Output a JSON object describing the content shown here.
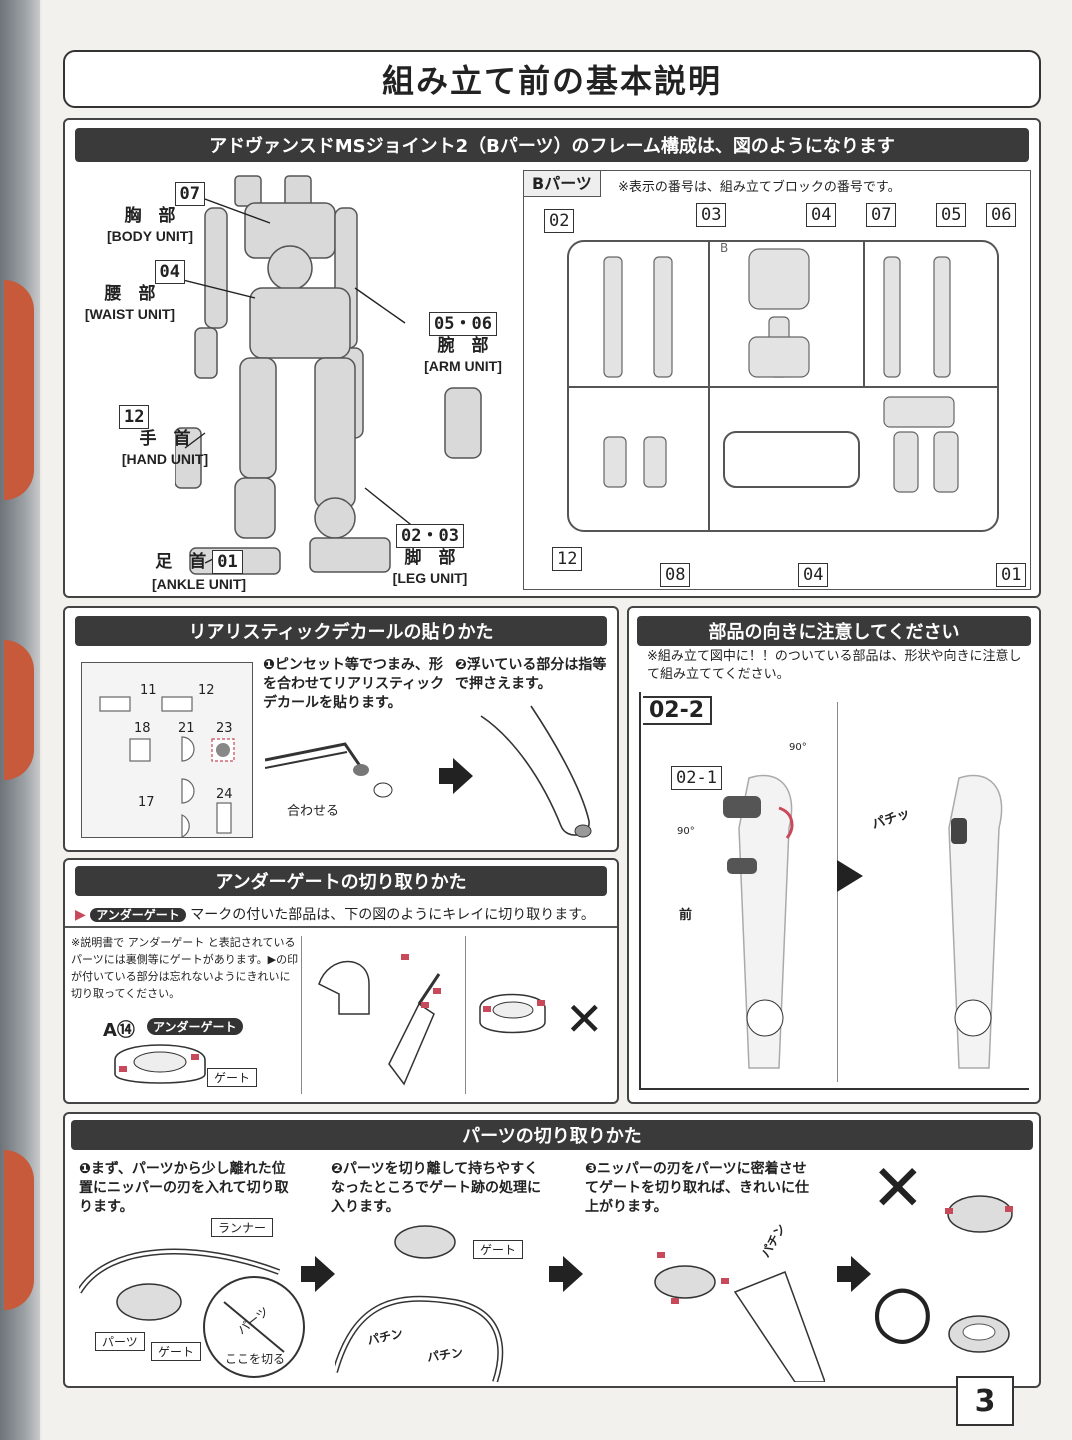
{
  "page_title": "組み立て前の基本説明",
  "frame": {
    "header": "アドヴァンスドMSジョイント2（Bパーツ）のフレーム構成は、図のようになります",
    "labels": [
      {
        "num": "07",
        "jp": "胸　部",
        "en": "[BODY UNIT]"
      },
      {
        "num": "04",
        "jp": "腰　部",
        "en": "[WAIST UNIT]"
      },
      {
        "num": "05・06",
        "jp": "腕　部",
        "en": "[ARM UNIT]"
      },
      {
        "num": "12",
        "jp": "手　首",
        "en": "[HAND UNIT]"
      },
      {
        "num": "01",
        "jp": "足　首",
        "en": "[ANKLE UNIT]"
      },
      {
        "num": "02・03",
        "jp": "脚　部",
        "en": "[LEG UNIT]"
      }
    ],
    "runner_title": "Bパーツ",
    "runner_note": "※表示の番号は、組み立てブロックの番号です。",
    "runner_tags_top": [
      "02",
      "03",
      "04",
      "07",
      "05",
      "06"
    ],
    "runner_tags_bottom": [
      "12",
      "08",
      "04",
      "01"
    ],
    "runner_letter": "B"
  },
  "decal": {
    "header": "リアリスティックデカールの貼りかた",
    "step1": "❶ピンセット等でつまみ、形を合わせてリアリスティックデカールを貼ります。",
    "step2": "❷浮いている部分は指等で押さえます。",
    "align_label": "合わせる",
    "sheet_numbers": [
      "11",
      "12",
      "18",
      "21",
      "23",
      "24",
      "17"
    ]
  },
  "undergate": {
    "header": "アンダーゲートの切り取りかた",
    "intro_badge": "アンダーゲート",
    "intro_text": "マークの付いた部品は、下の図のようにキレイに切り取ります。",
    "note": "※説明書で アンダーゲート と表記されているパーツには裏側等にゲートがあります。▶の印が付いている部分は忘れないようにきれいに切り取ってください。",
    "part_label": "A⑭",
    "badge": "アンダーゲート",
    "gate_label": "ゲート",
    "wrong_mark": "✕"
  },
  "orientation": {
    "header": "部品の向きに注意してください",
    "note": "※組み立て図中に！！のついている部品は、形状や向きに注意して組み立ててください。",
    "step_tag": "02-2",
    "part_tag": "02-1",
    "rot1": "90°",
    "rot2": "90°",
    "front": "前",
    "snap": "パチッ"
  },
  "cutting": {
    "header": "パーツの切り取りかた",
    "step1": "❶まず、パーツから少し離れた位置にニッパーの刃を入れて切り取ります。",
    "step2": "❷パーツを切り離して持ちやすくなったところでゲート跡の処理に入ります。",
    "step3": "❸ニッパーの刃をパーツに密着させてゲートを切り取れば、きれいに仕上がります。",
    "runner_label": "ランナー",
    "parts_label": "パーツ",
    "gate_label": "ゲート",
    "cut_here": "ここを切る",
    "parts_circle_label": "パーツ",
    "gate_label2": "ゲート",
    "snap1": "パチン",
    "snap2": "パチン",
    "snap3": "パチン",
    "wrong": "✕",
    "right": "○"
  },
  "page_number": "3"
}
